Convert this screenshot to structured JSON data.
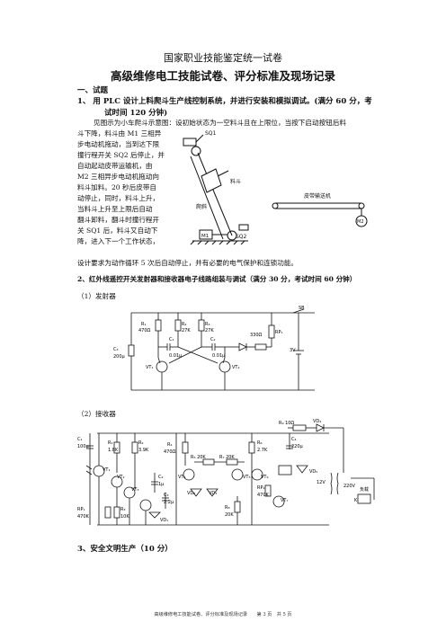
{
  "header": "国家职业技能鉴定统一试卷",
  "title": "高级维修电工技能试卷、评分标准及现场记录",
  "section1": "一、试题",
  "q1_line1": "1、 用 PLC 设计上料爬斗生产线控制系统，并进行安装和模拟调试。(满分 60 分，考",
  "q1_line2": "试时间 120 分钟)",
  "q1_para": [
    "见图示为小车爬斗示意图：设初始状态为一空料斗且在上限位，当按下启动按钮后料",
    "斗下降，料斗由 M1 三相异",
    "步电动机拖动，当到达下限",
    "撞行程开关 SQ2 后停止，并",
    "自动起动皮带运输机，由",
    "M2 三相异步电动机拖动向",
    "料斗加料。20 秒后皮带自",
    "动停止，同时，料斗上升，",
    "当料斗上升至上限后自动",
    "翻斗卸料，翻斗时撞行程开",
    "关 SQ1 后，料斗又自动下",
    "降，进入下一个工作状态，",
    "设计要求为动作循环 5 次后自动停止，并有必要的电气保护和连锁功能。"
  ],
  "diagram1": {
    "sq1": "SQ1",
    "sq2": "SQ2",
    "m1": "M1",
    "m2": "M2",
    "hopper": "料斗",
    "slope": "爬斜",
    "conveyor": "皮带输送机"
  },
  "q2_line": "2、红外线遥控开关发射器和接收器电子线路组装与调试（满分 30 分，考试时间 60 分钟）",
  "q2_sub1": "（1）发射器",
  "q2_sub2": "（2）接收器",
  "tx": {
    "r1": "R₁",
    "r1v": "470Ω",
    "r2": "R₂",
    "r2v": "27K",
    "r3": "R₃",
    "r3v": "27K",
    "c1": "C₁",
    "c1v": "0.01μ",
    "c2": "C₂",
    "c2v": "0.01μ",
    "c3": "C₃",
    "c3v": "200μ",
    "vt1": "VT₁",
    "vt2": "VT₂",
    "r4v": "330Ω",
    "rp1": "RP₁",
    "sb": "SB",
    "bat": "3V"
  },
  "rx": {
    "c1": "C₁",
    "c1v": "100μ",
    "r1": "R₁",
    "r1v": "1.8K",
    "r2": "R₂",
    "r2v": "3.9K",
    "vt1": "VT₁",
    "vt2": "VT₂",
    "vt3": "VT₃",
    "c2": "C₂",
    "c2v": "1μ",
    "c3": "C₃",
    "c3v": "2.2μ",
    "rp1": "RP₁",
    "rp1v": "470K",
    "r3": "R₃",
    "r3v": "10K",
    "vd1": "VD₁",
    "r4": "R₄",
    "r4v": "470Ω",
    "r5": "R₅ 20K",
    "r6": "R₆",
    "r6v": "2.7K",
    "r7": "R₇ 20K",
    "vt4": "VT₄",
    "vt5": "VT₅",
    "vd2": "VD₂",
    "vd3": "VD₃",
    "r8": "R₈",
    "r8v": "20K",
    "rp2": "RP₂",
    "rp2v": "470K",
    "vt6": "VT₆",
    "vt7": "VT₇",
    "r9": "R₉ 10Ω",
    "c4": "C₄",
    "c4v": "220μ",
    "vd4": "VD₄",
    "vd5": "VD₅",
    "v12": "12V",
    "v220": "220V",
    "load": "负载",
    "k": "K"
  },
  "section3": "3、安全文明生产（10 分）",
  "footer": "高级维修电工技能试卷、评分标准及现场记录　　第 3 页　共 5 页"
}
